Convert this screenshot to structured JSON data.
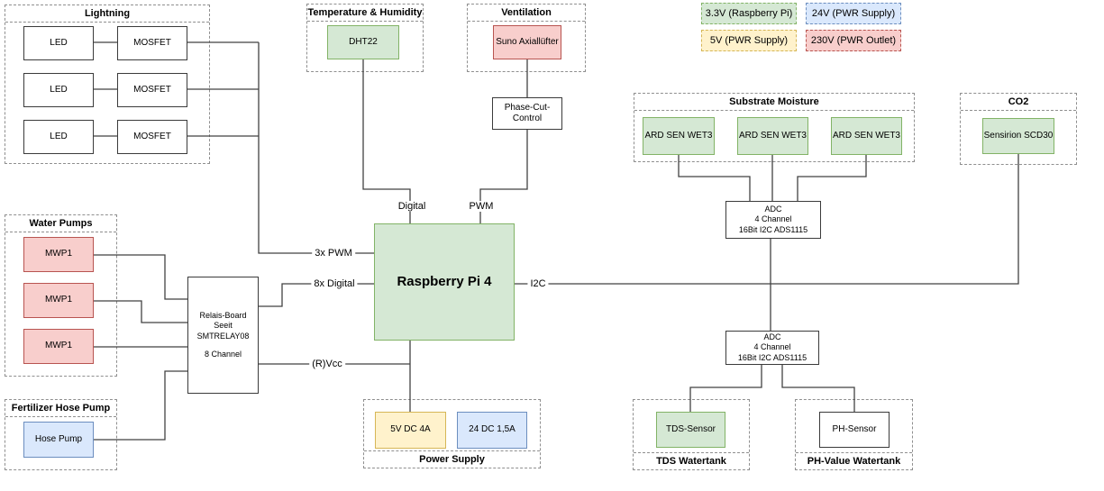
{
  "palette": {
    "green_fill": "#d5e8d4",
    "green_stroke": "#82b366",
    "red_fill": "#f8cecc",
    "red_stroke": "#b85450",
    "blue_fill": "#dae8fc",
    "blue_stroke": "#6c8ebf",
    "yellow_fill": "#fff2cc",
    "yellow_stroke": "#d6b656",
    "wire": "#424242",
    "box_stroke": "#3b3b3b",
    "group_dash": "#8f8f8f"
  },
  "legend": [
    {
      "label": "3.3V (Raspberry Pi)",
      "color": "#d5e8d4"
    },
    {
      "label": "24V (PWR Supply)",
      "color": "#dae8fc"
    },
    {
      "label": "5V (PWR Supply)",
      "color": "#fff2cc"
    },
    {
      "label": "230V (PWR Outlet)",
      "color": "#f8cecc"
    }
  ],
  "groups": {
    "lightning": {
      "title": "Lightning"
    },
    "temperature_humidity": {
      "title": "Temperature & Humidity"
    },
    "ventilation": {
      "title": "Ventilation"
    },
    "substrate_moisture": {
      "title": "Substrate Moisture"
    },
    "co2": {
      "title": "CO2"
    },
    "water_pumps": {
      "title": "Water Pumps"
    },
    "fertilizer_hose_pump": {
      "title": "Fertilizer Hose Pump"
    },
    "power_supply": {
      "title": "Power Supply"
    },
    "tds_watertank": {
      "title": "TDS Watertank"
    },
    "ph_watertank": {
      "title": "PH-Value Watertank"
    }
  },
  "nodes": {
    "leds": [
      "LED",
      "LED",
      "LED"
    ],
    "mosfets": [
      "MOSFET",
      "MOSFET",
      "MOSFET"
    ],
    "dht22": "DHT22",
    "fan": "Suno Axiallüfter",
    "phase_cut": "Phase-Cut-Control",
    "moisture_sensors": [
      "ARD SEN WET3",
      "ARD SEN WET3",
      "ARD SEN WET3"
    ],
    "co2_sensor": "Sensirion SCD30",
    "rpi": "Raspberry Pi 4",
    "adc_top": {
      "lines": [
        "ADC",
        "4 Channel",
        "16Bit I2C ADS1115"
      ]
    },
    "adc_bottom": {
      "lines": [
        "ADC",
        "4 Channel",
        "16Bit I2C ADS1115"
      ]
    },
    "relay": {
      "lines": [
        "Relais-Board",
        "Seeit SMTRELAY08",
        "8 Channel"
      ]
    },
    "water_pumps": [
      "MWP1",
      "MWP1",
      "MWP1"
    ],
    "hose_pump": "Hose Pump",
    "psu_5v": "5V DC 4A",
    "psu_24v": "24 DC 1,5A",
    "tds_sensor": "TDS-Sensor",
    "ph_sensor": "PH-Sensor"
  },
  "wire_labels": {
    "digital": "Digital",
    "pwm": "PWM",
    "pwm_3x": "3x PWM",
    "digital_8x": "8x Digital",
    "i2c": "I2C",
    "rvcc": "(R)Vcc"
  }
}
